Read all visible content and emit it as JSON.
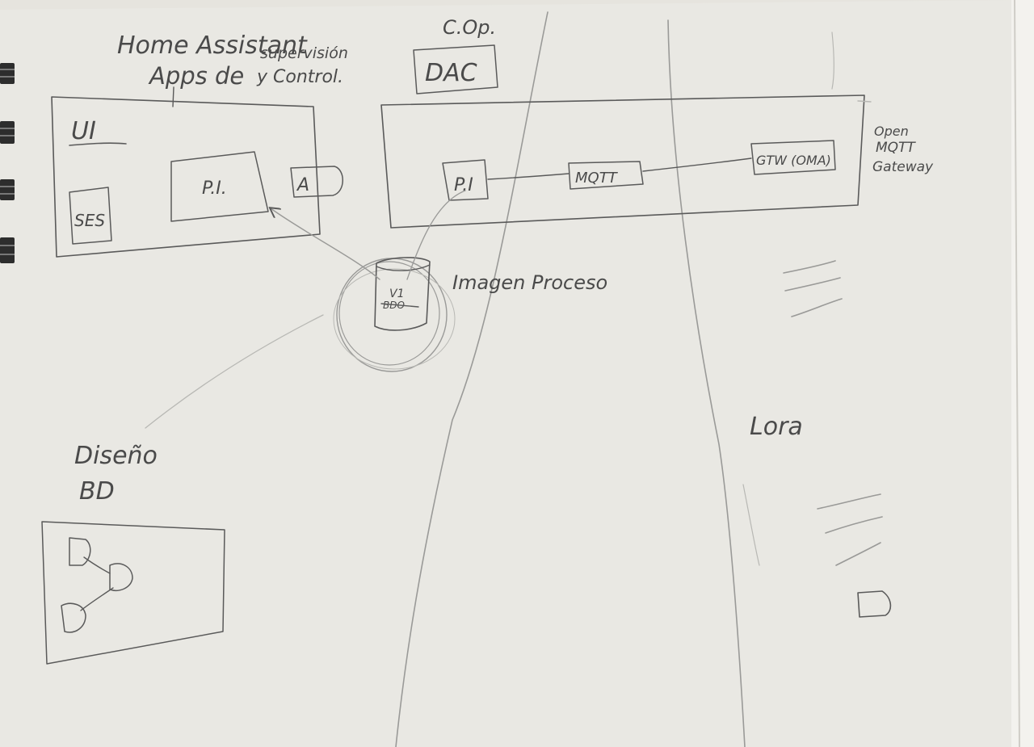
{
  "header": {
    "home_assistant": "Home Assistant",
    "apps_de": "Apps de",
    "supervision": "supervisión",
    "y_control": "y Control."
  },
  "ui_box": {
    "title": "UI",
    "ses_label": "SES",
    "pi_label": "P.I.",
    "side_label": "A"
  },
  "cop_box": {
    "cop_label": "C.Op.",
    "dac_label": "DAC",
    "pi_label": "P.I",
    "mqtt_label": "MQTT",
    "gtw_label": "GTW (OMA)"
  },
  "open_mqtt": {
    "line1": "Open",
    "line2": "MQTT",
    "line3": "Gateway"
  },
  "database": {
    "label_top": "V1",
    "label_crossed": "BDO",
    "caption": "Imagen Proceso"
  },
  "design_db": {
    "line1": "Diseño",
    "line2": "BD"
  },
  "lora": {
    "label": "Lora"
  }
}
